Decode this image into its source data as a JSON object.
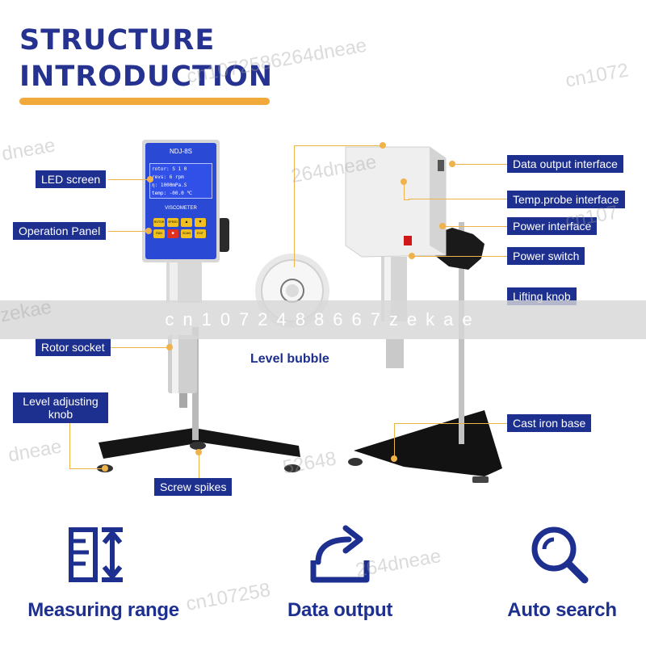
{
  "title": {
    "line1": "STRUCTURE",
    "line2": "INTRODUCTION"
  },
  "device": {
    "model": "NDJ-8S",
    "screen_lines": [
      {
        "k": "rotor:",
        "v": "S 1      0"
      },
      {
        "k": "revs:",
        "v": "6   rpm"
      },
      {
        "k": "η:",
        "v": "1000mPa.S"
      },
      {
        "k": "temp:",
        "v": "-00.0  ℃"
      }
    ],
    "brand": "VISCOMETER",
    "buttons": [
      "ROTOR",
      "SPEED",
      "▲",
      "▼",
      "RUN",
      "■",
      "SCAN",
      "EXIT"
    ]
  },
  "callouts": {
    "led_screen": "LED screen",
    "operation_panel": "Operation Panel",
    "rotor_socket": "Rotor socket",
    "level_adjusting_knob": "Level adjusting knob",
    "screw_spikes": "Screw spikes",
    "level_bubble": "Level bubble",
    "data_output_interface": "Data output interface",
    "temp_probe_interface": "Temp.probe interface",
    "power_interface": "Power interface",
    "power_switch": "Power switch",
    "lifting_knob": "Lifting knob",
    "cast_iron_base": "Cast iron base"
  },
  "features": [
    {
      "label": "Measuring range",
      "icon": "measuring-range-icon"
    },
    {
      "label": "Data output",
      "icon": "data-output-icon"
    },
    {
      "label": "Auto search",
      "icon": "auto-search-icon"
    }
  ],
  "watermark": {
    "band_text": "cn1072488667zekae",
    "fragments": [
      "cn1072586264dneae",
      "cn1072",
      "dneae",
      "264dneae",
      "cn107",
      "zekae",
      "52648",
      "dneae",
      "cn107258",
      "264dneae"
    ]
  },
  "colors": {
    "navy": "#1d2f8f",
    "title": "#26328f",
    "accent": "#f2a93b",
    "screen": "#2a46d8",
    "leader": "#f0b24a"
  }
}
